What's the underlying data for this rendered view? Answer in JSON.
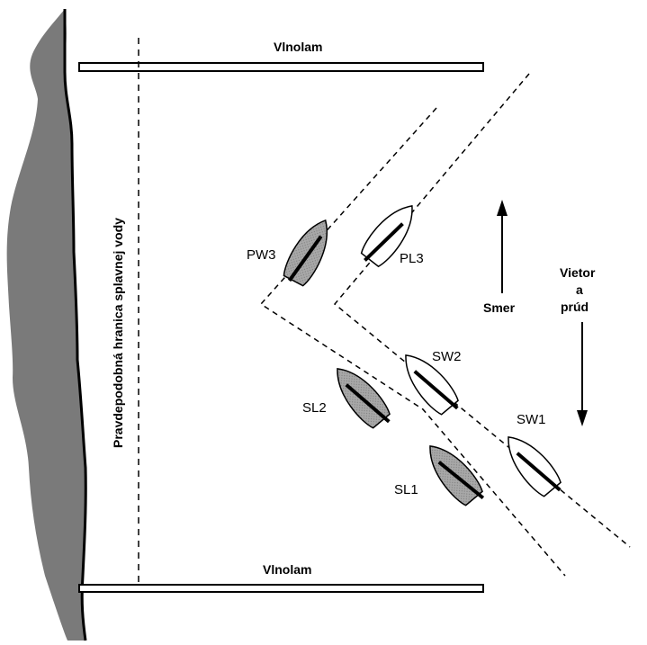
{
  "labels": {
    "breakwater_top": "Vlnolam",
    "breakwater_bottom": "Vlnolam",
    "navigable_limit": "Pravdepodobná hranica splavnej vody",
    "course": "Smer",
    "wind_current_1": "Vietor",
    "wind_current_2": "a",
    "wind_current_3": "prúd"
  },
  "boats": [
    {
      "id": "PW3",
      "label": "PW3",
      "fill": "shaded"
    },
    {
      "id": "PL3",
      "label": "PL3",
      "fill": "white"
    },
    {
      "id": "SW2",
      "label": "SW2",
      "fill": "white"
    },
    {
      "id": "SL2",
      "label": "SL2",
      "fill": "shaded"
    },
    {
      "id": "SW1",
      "label": "SW1",
      "fill": "white"
    },
    {
      "id": "SL1",
      "label": "SL1",
      "fill": "shaded"
    }
  ],
  "colors": {
    "shore": "#7a7a7a",
    "boat_shaded": "#a8a8a8",
    "boat_white": "#ffffff",
    "line": "#000000"
  }
}
